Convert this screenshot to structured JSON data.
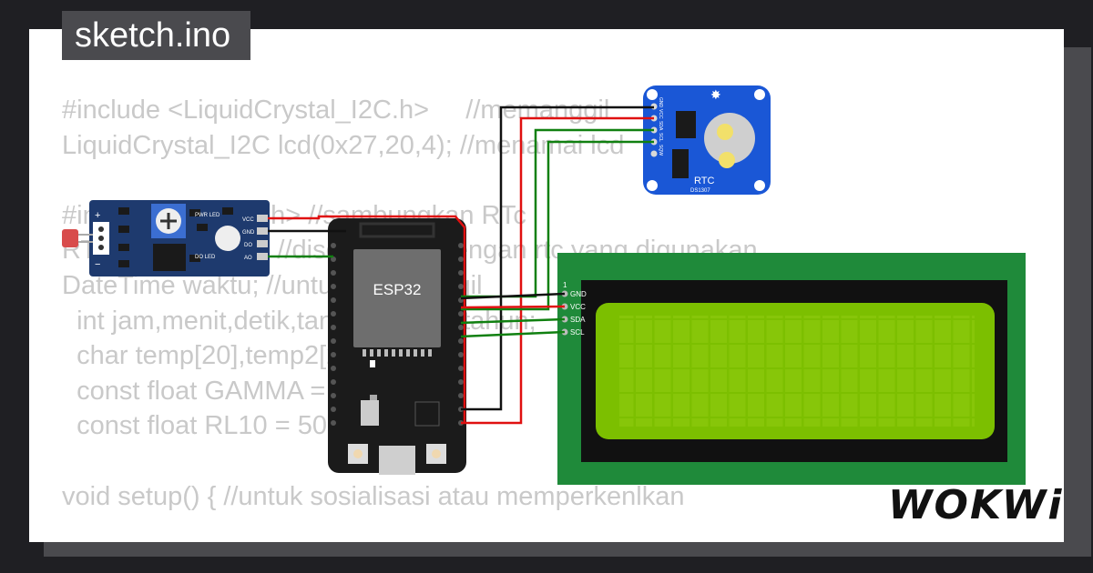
{
  "file": {
    "name": "sketch.ino"
  },
  "code_lines": [
    "#include <LiquidCrystal_I2C.h>     //memanggil",
    "LiquidCrystal_I2C lcd(0x27,20,4); //menamai lcd",
    "",
    "#include <RTClib.h> //sambungkan RTc",
    "RTC_DS1307 rtc; //disesuaikan dengan rtc yang digunakan",
    "DateTime waktu; //untuk memanggil",
    "  int jam,menit,detik,tanggal,bulan,tahun;",
    "  char temp[20],temp2[20];",
    "  const float GAMMA = 0.7;",
    "  const float RL10 = 50;",
    "",
    "void setup() { //untuk sosialisasi atau memperkenlkan"
  ],
  "esp32": {
    "label": "ESP32"
  },
  "rtc": {
    "label": "RTC",
    "chip": "DS1307",
    "pins": [
      "GND",
      "VCC",
      "SDA",
      "SCL",
      "SQW"
    ]
  },
  "lcd": {
    "pin1": "1",
    "pins": [
      "GND",
      "VCC",
      "SDA",
      "SCL"
    ]
  },
  "ldr": {
    "plus": "+",
    "minus": "−",
    "pwr_led": "PWR LED",
    "do_led": "DO LED",
    "pins": [
      "VCC",
      "GND",
      "DO",
      "AO"
    ]
  },
  "logo": {
    "text": "WOKWi"
  },
  "colors": {
    "background": "#1f1f23",
    "card": "#ffffff",
    "code_text": "#c9c9c9",
    "lcd_board": "#1f8a3a",
    "lcd_screen": "#7cbf00",
    "rtc_board": "#1a57d6",
    "ldr_board": "#1e3a6e",
    "wire_red": "#e01010",
    "wire_green": "#108010",
    "wire_black": "#111111"
  }
}
